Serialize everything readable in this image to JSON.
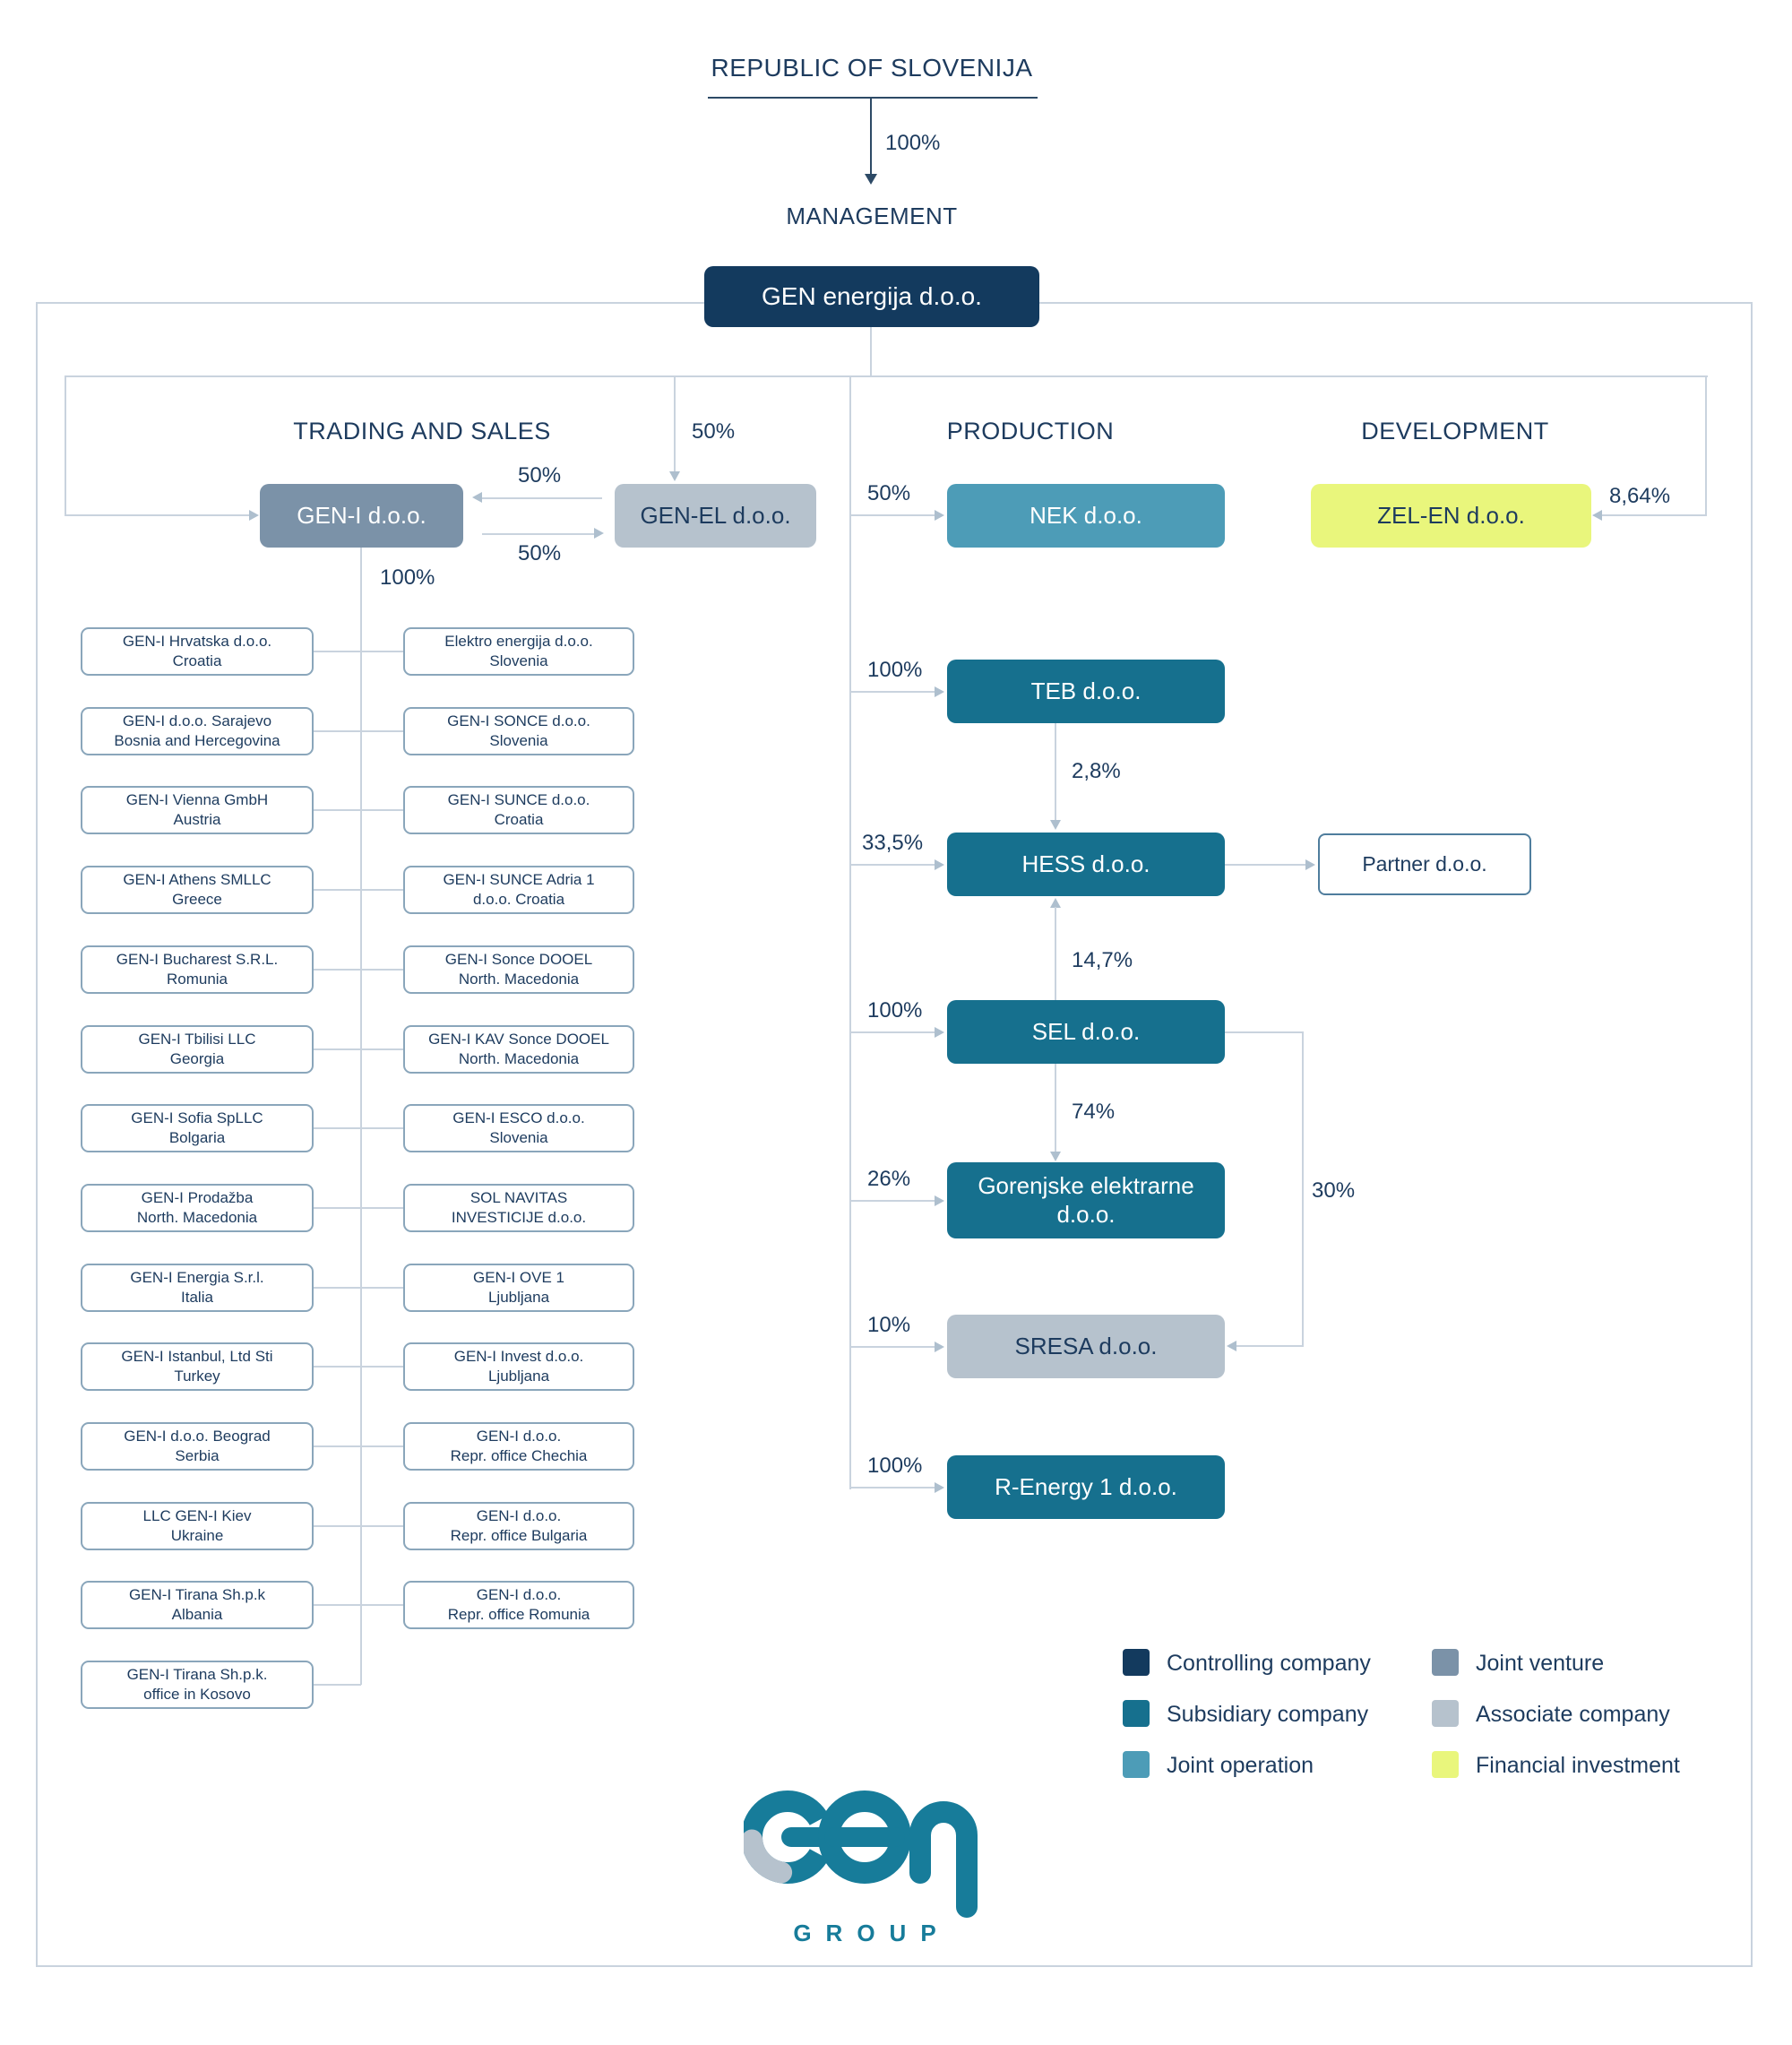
{
  "top": {
    "owner": "REPUBLIC OF SLOVENIJA",
    "ownership_pct": "100%",
    "management": "MANAGEMENT",
    "root_company": "GEN energija d.o.o."
  },
  "sections": {
    "trading": "TRADING AND SALES",
    "production": "PRODUCTION",
    "development": "DEVELOPMENT"
  },
  "nodes": {
    "gen_i": "GEN-I d.o.o.",
    "gen_el": "GEN-EL d.o.o.",
    "nek": "NEK d.o.o.",
    "zel_en": "ZEL-EN d.o.o.",
    "teb": "TEB d.o.o.",
    "hess": "HESS d.o.o.",
    "partner": "Partner d.o.o.",
    "sel": "SEL d.o.o.",
    "gorenjske": "Gorenjske elektrarne d.o.o.",
    "sresa": "SRESA d.o.o.",
    "r_energy": "R-Energy 1 d.o.o."
  },
  "ownership": {
    "gen_el_from_gen": "50%",
    "gen_i_from_gen_el": "50%",
    "gen_el_from_gen_i": "50%",
    "gen_i_subsidiaries": "100%",
    "nek": "50%",
    "teb": "100%",
    "hess_from_teb": "2,8%",
    "hess": "33,5%",
    "hess_from_sel": "14,7%",
    "sel": "100%",
    "gorenjske_from_sel": "74%",
    "gorenjske": "26%",
    "sresa": "10%",
    "sresa_from_sel": "30%",
    "r_energy": "100%",
    "zel_en": "8,64%"
  },
  "gen_i_subs": {
    "left": [
      {
        "l1": "GEN-I Hrvatska d.o.o.",
        "l2": "Croatia"
      },
      {
        "l1": "GEN-I d.o.o. Sarajevo",
        "l2": "Bosnia and Hercegovina"
      },
      {
        "l1": "GEN-I Vienna GmbH",
        "l2": "Austria"
      },
      {
        "l1": "GEN-I Athens SMLLC",
        "l2": "Greece"
      },
      {
        "l1": "GEN-I Bucharest S.R.L.",
        "l2": "Romunia"
      },
      {
        "l1": "GEN-I Tbilisi LLC",
        "l2": "Georgia"
      },
      {
        "l1": "GEN-I Sofia SpLLC",
        "l2": "Bolgaria"
      },
      {
        "l1": "GEN-I Prodažba",
        "l2": "North. Macedonia"
      },
      {
        "l1": "GEN-I Energia S.r.l.",
        "l2": "Italia"
      },
      {
        "l1": "GEN-I Istanbul, Ltd Sti",
        "l2": "Turkey"
      },
      {
        "l1": "GEN-I d.o.o. Beograd",
        "l2": "Serbia"
      },
      {
        "l1": "LLC GEN-I Kiev",
        "l2": "Ukraine"
      },
      {
        "l1": "GEN-I Tirana Sh.p.k",
        "l2": "Albania"
      },
      {
        "l1": "GEN-I Tirana Sh.p.k.",
        "l2": "office in Kosovo"
      }
    ],
    "right": [
      {
        "l1": "Elektro energija d.o.o.",
        "l2": "Slovenia"
      },
      {
        "l1": "GEN-I SONCE d.o.o.",
        "l2": "Slovenia"
      },
      {
        "l1": "GEN-I SUNCE d.o.o.",
        "l2": "Croatia"
      },
      {
        "l1": "GEN-I SUNCE Adria 1",
        "l2": "d.o.o. Croatia"
      },
      {
        "l1": "GEN-I Sonce DOOEL",
        "l2": "North. Macedonia"
      },
      {
        "l1": "GEN-I KAV Sonce DOOEL",
        "l2": "North. Macedonia"
      },
      {
        "l1": "GEN-I ESCO d.o.o.",
        "l2": "Slovenia"
      },
      {
        "l1": "SOL NAVITAS",
        "l2": "INVESTICIJE d.o.o."
      },
      {
        "l1": "GEN-I OVE 1",
        "l2": "Ljubljana"
      },
      {
        "l1": "GEN-I Invest d.o.o.",
        "l2": "Ljubljana"
      },
      {
        "l1": "GEN-I d.o.o.",
        "l2": "Repr. office Chechia"
      },
      {
        "l1": "GEN-I d.o.o.",
        "l2": "Repr. office Bulgaria"
      },
      {
        "l1": "GEN-I d.o.o.",
        "l2": "Repr. office Romunia"
      }
    ]
  },
  "legend": {
    "items": [
      {
        "label": "Controlling company",
        "color": "#133a5e"
      },
      {
        "label": "Subsidiary company",
        "color": "#16708e"
      },
      {
        "label": "Joint operation",
        "color": "#4d9cb7"
      },
      {
        "label": "Joint venture",
        "color": "#7b92a8"
      },
      {
        "label": "Associate company",
        "color": "#b6c2cd"
      },
      {
        "label": "Financial investment",
        "color": "#e9f67c"
      }
    ]
  },
  "logo": {
    "brand": "GEN",
    "subtitle": "GROUP"
  }
}
